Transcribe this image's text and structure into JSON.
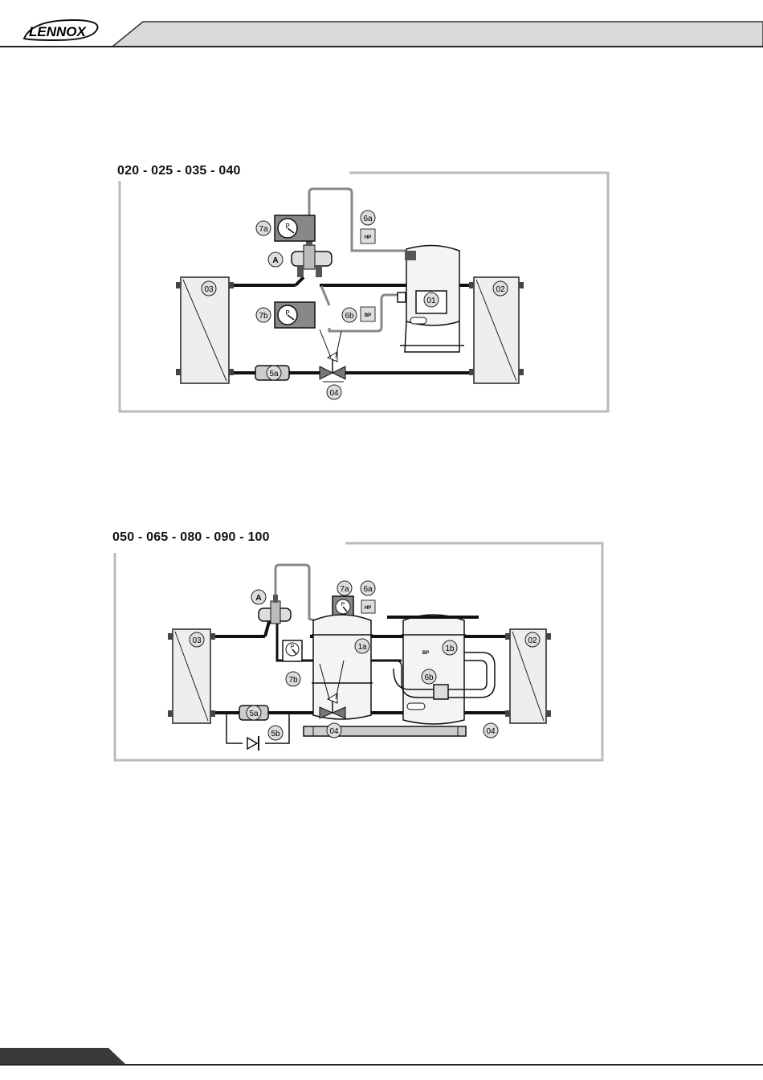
{
  "header": {
    "brand": "LENNOX"
  },
  "figure1": {
    "title": "020 - 025 - 035 - 040",
    "labels": {
      "comp": "01",
      "cond_right": "02",
      "evap_left": "03",
      "exv": "04",
      "filter": "5a",
      "hp_switch": "6a",
      "lp_switch": "6b",
      "gauge_hp": "7a",
      "gauge_lp": "7b",
      "manifold": "A",
      "hp_box": "HP",
      "bp_box": "BP",
      "gauge_letter": "P"
    }
  },
  "figure2": {
    "title": "050 - 065 - 080 - 090 - 100",
    "labels": {
      "comp_a": "1a",
      "comp_b": "1b",
      "cond_right": "02",
      "evap_left": "03",
      "exv": "04",
      "base": "04",
      "filter": "5a",
      "check_valve": "5b",
      "hp_switch": "6a",
      "lp_switch": "6b",
      "gauge_hp": "7a",
      "gauge_lp": "7b",
      "manifold": "A",
      "hp_box": "HP",
      "bp_box": "BP",
      "gauge_letter": "P"
    }
  }
}
